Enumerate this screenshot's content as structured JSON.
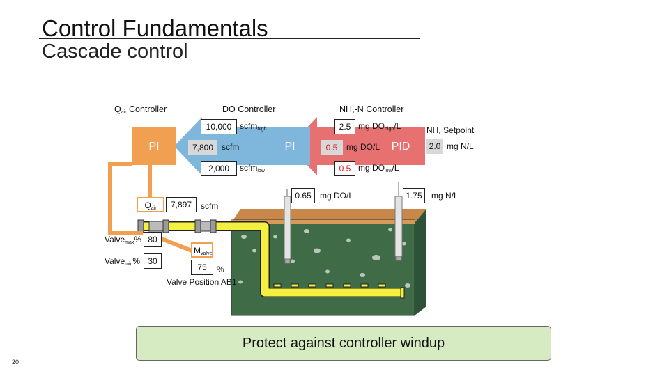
{
  "slide": {
    "title": "Control Fundamentals",
    "subtitle": "Cascade control",
    "page_number": "20",
    "note": "Protect against controller windup"
  },
  "controllers": {
    "qair": {
      "header_main": "Q",
      "header_sub": "air",
      "header_rest": " Controller",
      "type": "PI"
    },
    "do": {
      "header": "DO Controller",
      "type": "PI"
    },
    "nhx": {
      "header_main": "NH",
      "header_sub": "x",
      "header_rest": "-N Controller",
      "type": "PID"
    }
  },
  "do_controller": {
    "high": {
      "value": "10,000",
      "unit_main": "scfm",
      "unit_sub": "high"
    },
    "output": {
      "value": "7,800",
      "unit": "scfm"
    },
    "low": {
      "value": "2,000",
      "unit_main": "scfm",
      "unit_sub": "low"
    }
  },
  "nhx_controller": {
    "high": {
      "value": "2.5",
      "unit_main": "mg DO",
      "unit_sub": "high",
      "unit_rest": "/L"
    },
    "output": {
      "value": "0.5",
      "unit": "mg DO/L"
    },
    "low": {
      "value": "0.5",
      "unit_main": "mg DO",
      "unit_sub": "low",
      "unit_rest": "/L"
    },
    "setpoint_label_main": "NH",
    "setpoint_label_sub": "x",
    "setpoint_label_rest": " Setpoint",
    "setpoint_value": "2.0",
    "setpoint_unit": "mg N/L"
  },
  "measurements": {
    "do": {
      "value": "0.65",
      "unit": "mg DO/L"
    },
    "nhx": {
      "value": "1.75",
      "unit": "mg N/L"
    },
    "qair": {
      "label_main": "Q",
      "label_sub": "air",
      "value": "7,897",
      "unit": "scfm"
    }
  },
  "valve": {
    "max_label_main": "Valve",
    "max_label_sub": "max",
    "max_label_rest": "%",
    "max_value": "80",
    "min_label_main": "Valve",
    "min_label_sub": "min",
    "min_label_rest": "%",
    "min_value": "30",
    "m_label_main": "M",
    "m_label_sub": "valve",
    "position_value": "75",
    "position_unit": "%",
    "position_label": "Valve Position AB1"
  },
  "colors": {
    "orange": "#f0a050",
    "blue": "#7eb6dc",
    "red": "#e46060",
    "pipe_yellow": "#f4f042",
    "tank_green": "#3f6b47",
    "tank_edge": "#d79a5b",
    "note_green": "#d6ebc2"
  }
}
